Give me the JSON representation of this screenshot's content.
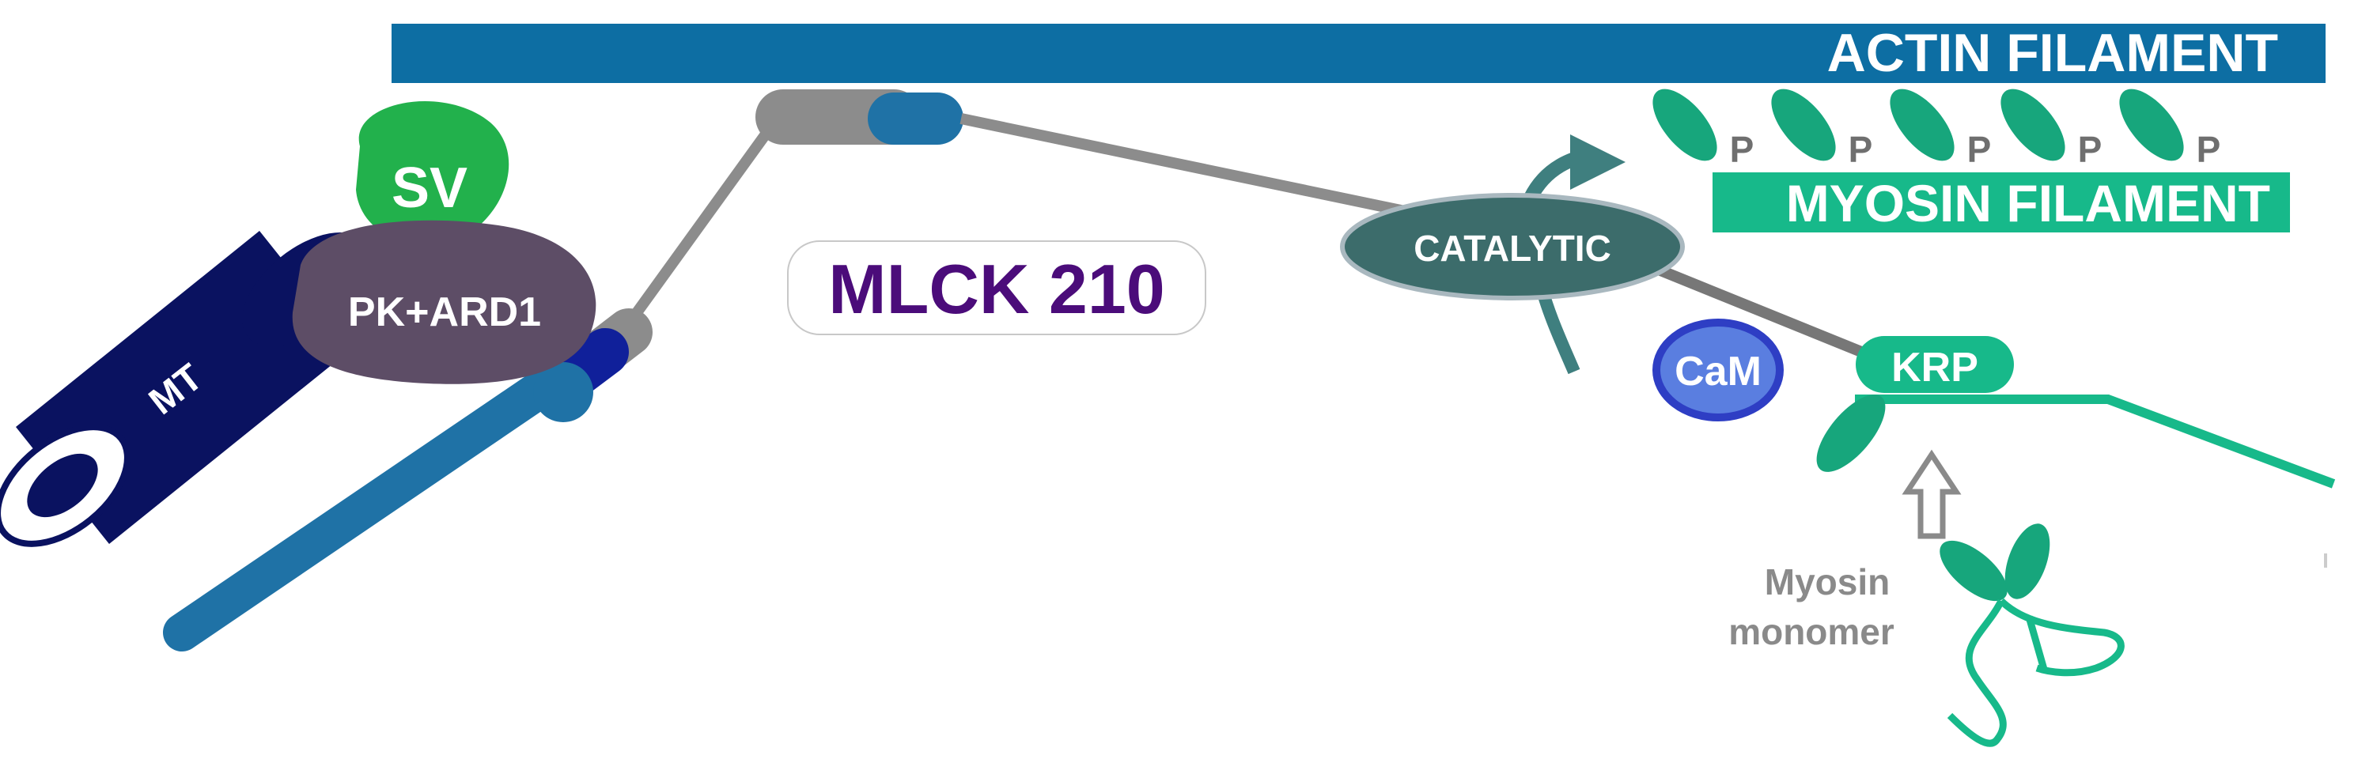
{
  "labels": {
    "actin_filament": "ACTIN  FILAMENT",
    "myosin_filament": "MYOSIN  FILAMENT",
    "phospho": [
      "P",
      "P",
      "P",
      "P",
      "P"
    ],
    "sv": "SV",
    "pk_ard1": "PK+ARD1",
    "mt": "MT",
    "mlck": "MLCK 210",
    "catalytic": "CATALYTIC",
    "cam": "CaM",
    "krp": "KRP",
    "myosin_monomer_line1": "Myosin",
    "myosin_monomer_line2": "monomer"
  },
  "colors": {
    "actin": "#0d6ea3",
    "myosin": "#17b98a",
    "sv": "#22b14c",
    "pk_ard1": "#5d4d66",
    "mt": "#0a1260",
    "mlck_text": "#4b0c7a",
    "catalytic": "#3c6c6b",
    "cam_fill": "#5a7ee0",
    "cam_stroke": "#2e3ec4",
    "grey_linker": "#8c8c8c",
    "arrow_teal": "#3f7f7f",
    "myosin_monomer_text": "#8a8a8a"
  }
}
